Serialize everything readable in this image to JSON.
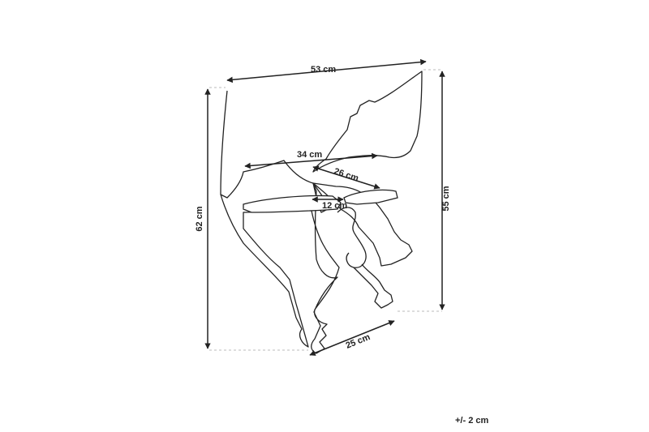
{
  "dimensions": {
    "width_total": "53 cm",
    "depth_total": "55 cm",
    "height_total": "62 cm",
    "shelf_width": "34 cm",
    "shelf_depth": "26 cm",
    "shelf_inner": "12 cm",
    "base_depth": "25 cm"
  },
  "tolerance": "+/- 2 cm",
  "colors": {
    "line": "#222222",
    "guide": "#bbbbbb",
    "background": "#ffffff"
  }
}
